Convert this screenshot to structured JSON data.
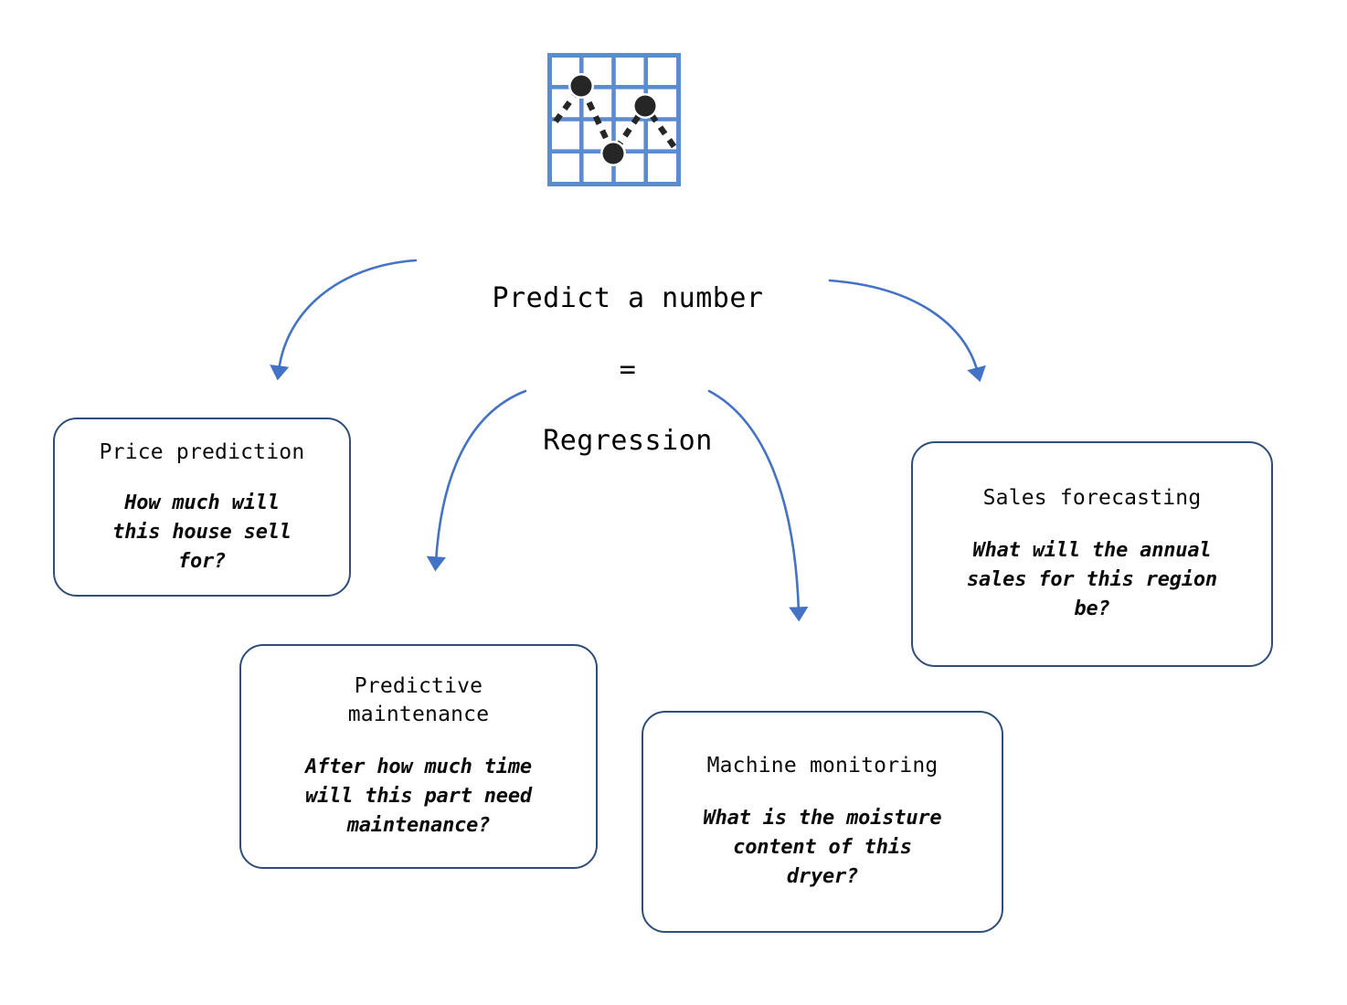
{
  "diagram": {
    "icon": {
      "name": "regression-chart-icon",
      "grid_color": "#5B8CD1",
      "dot_color": "#262626",
      "line_style": "dashed",
      "grid_cells": 4,
      "dots": 3
    },
    "center": {
      "line1": "Predict a number",
      "line2": "=",
      "line3": "Regression"
    },
    "arrow_color": "#4472C4",
    "card_border_color": "#2E4E79",
    "cards": [
      {
        "id": "price-prediction",
        "title": "Price prediction",
        "question": "How much will\nthis house sell\nfor?"
      },
      {
        "id": "predictive-maintenance",
        "title": "Predictive\nmaintenance",
        "question": "After how much time\nwill this part need\nmaintenance?"
      },
      {
        "id": "machine-monitoring",
        "title": "Machine monitoring",
        "question": "What is the moisture\ncontent of this\ndryer?"
      },
      {
        "id": "sales-forecasting",
        "title": "Sales forecasting",
        "question": "What will the annual\nsales for this region\nbe?"
      }
    ]
  }
}
